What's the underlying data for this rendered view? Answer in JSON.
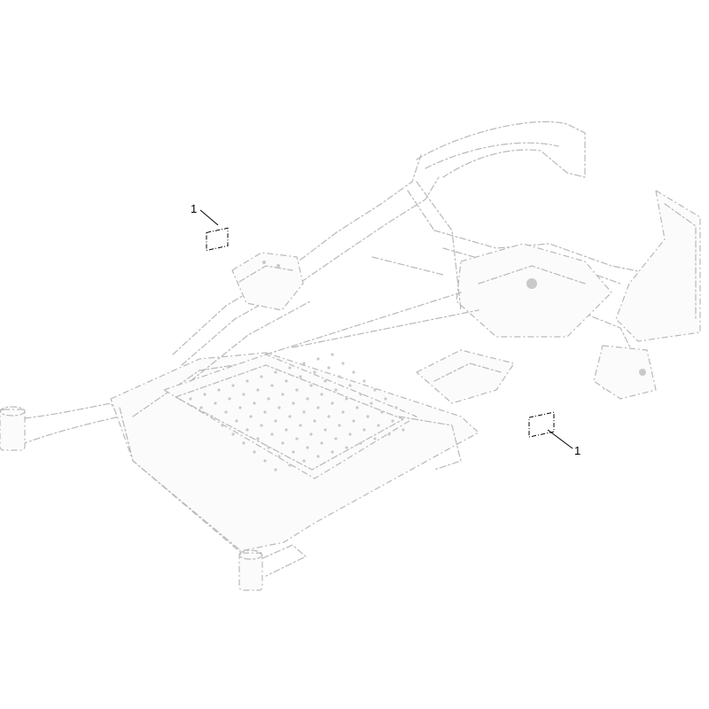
{
  "callouts": [
    {
      "id": "callout-upper-left",
      "label": "1"
    },
    {
      "id": "callout-lower-right",
      "label": "1"
    }
  ],
  "colors": {
    "background": "#ffffff",
    "ghost_line": "#b9b9b9",
    "callout": "#000000",
    "decal_fill": "#e6e6e6"
  }
}
